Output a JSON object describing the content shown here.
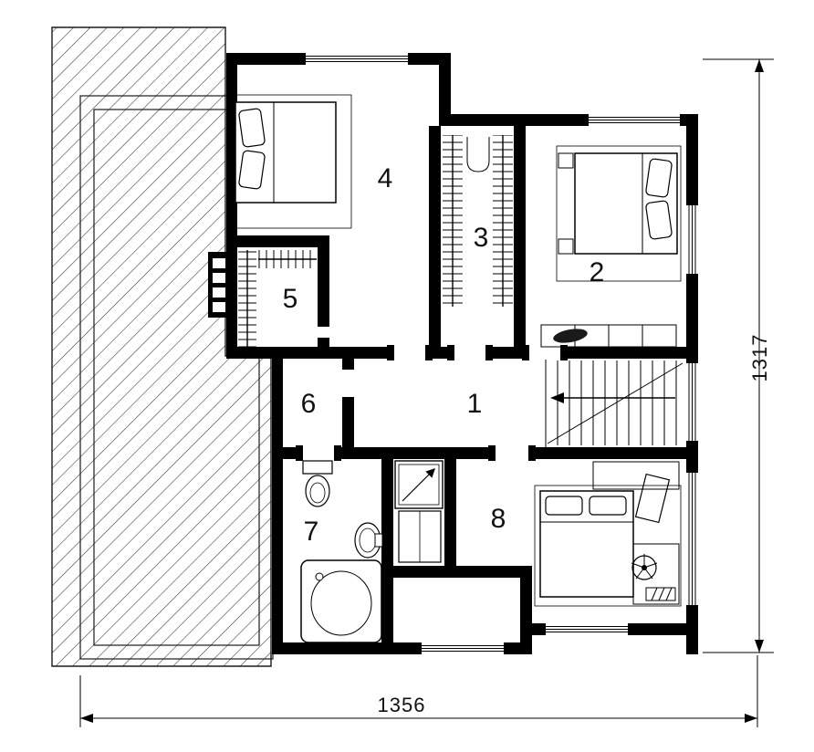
{
  "rooms": [
    {
      "number": "1"
    },
    {
      "number": "2"
    },
    {
      "number": "3"
    },
    {
      "number": "4"
    },
    {
      "number": "5"
    },
    {
      "number": "6"
    },
    {
      "number": "7"
    },
    {
      "number": "8"
    }
  ],
  "dimensions": {
    "width_label": "1356",
    "height_label": "1317"
  },
  "colors": {
    "line": "#000000",
    "background": "#ffffff"
  }
}
